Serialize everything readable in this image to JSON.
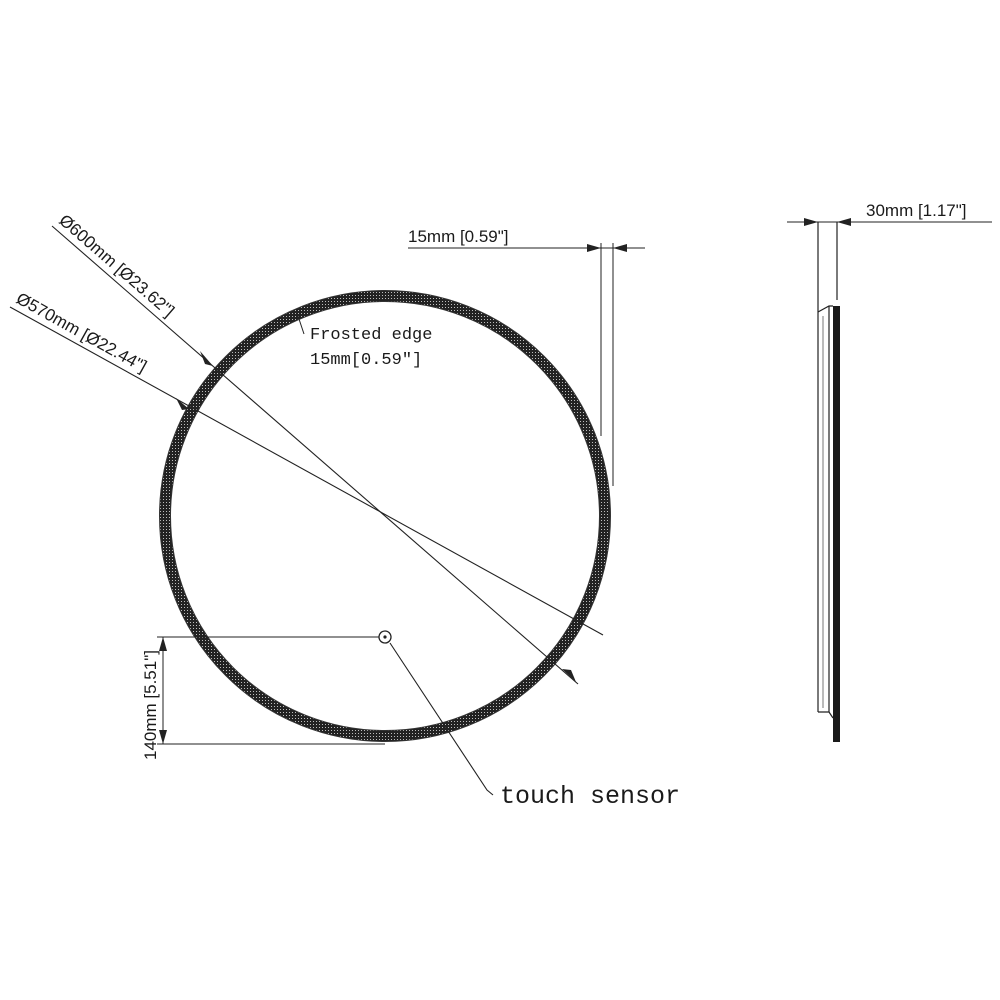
{
  "drawing": {
    "front_view": {
      "outer_diameter_label": "Ø600mm [Ø23.62\"]",
      "inner_diameter_label": "Ø570mm [Ø22.44\"]",
      "frosted_edge_title": "Frosted edge",
      "frosted_edge_size": "15mm[0.59″]",
      "edge_width_label": "15mm [0.59\"]",
      "sensor_height_label": "140mm [5.51\"]",
      "touch_sensor_label": "touch sensor"
    },
    "side_view": {
      "thickness_label": "30mm [1.17\"]"
    }
  }
}
